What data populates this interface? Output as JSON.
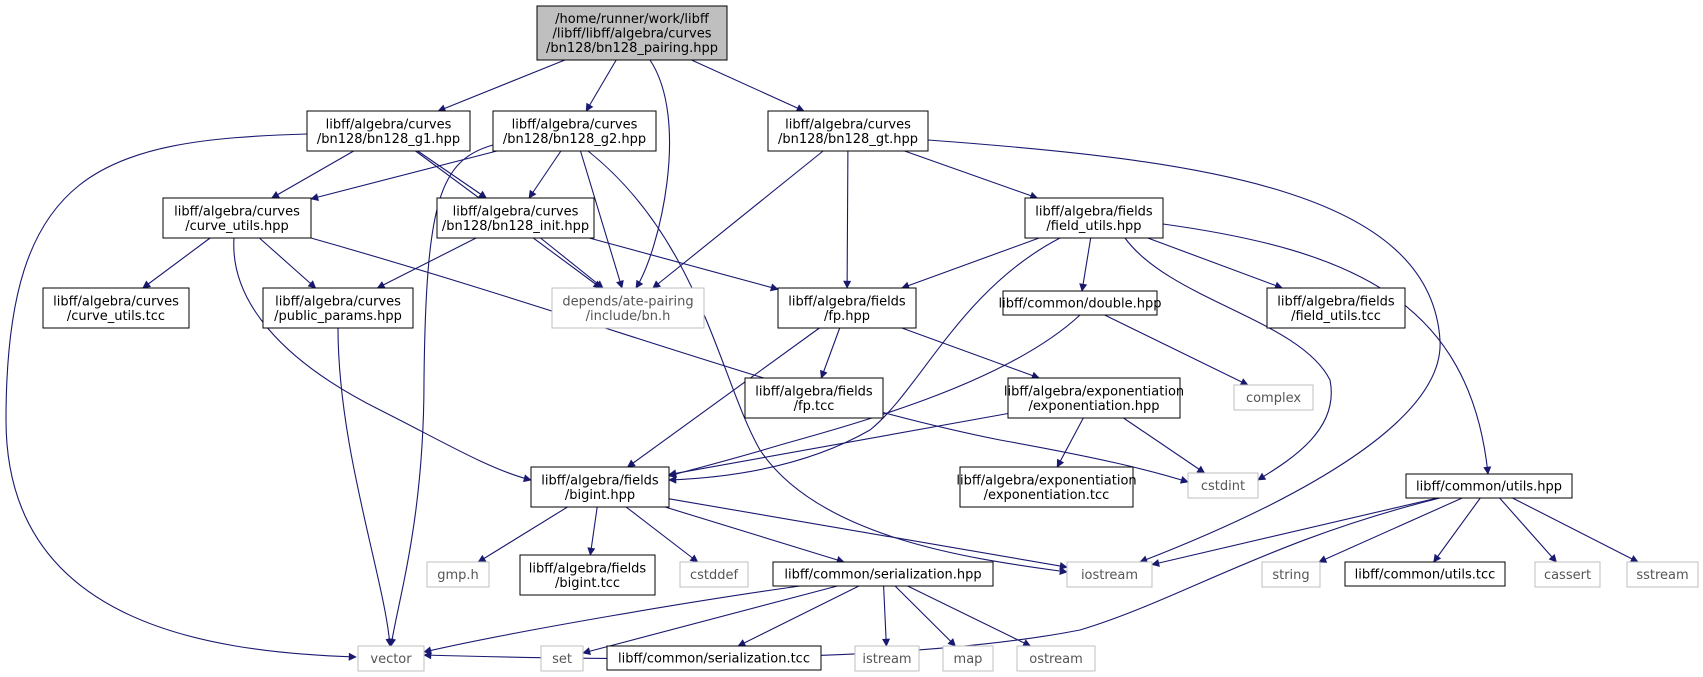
{
  "graph": {
    "nodes": [
      {
        "id": "root",
        "lines": [
          "/home/runner/work/libff",
          "/libff/libff/algebra/curves",
          "/bn128/bn128_pairing.hpp"
        ],
        "kind": "root"
      },
      {
        "id": "g1",
        "lines": [
          "libff/algebra/curves",
          "/bn128/bn128_g1.hpp"
        ],
        "kind": "internal"
      },
      {
        "id": "g2",
        "lines": [
          "libff/algebra/curves",
          "/bn128/bn128_g2.hpp"
        ],
        "kind": "internal"
      },
      {
        "id": "gt",
        "lines": [
          "libff/algebra/curves",
          "/bn128/bn128_gt.hpp"
        ],
        "kind": "internal"
      },
      {
        "id": "curve_utils_hpp",
        "lines": [
          "libff/algebra/curves",
          "/curve_utils.hpp"
        ],
        "kind": "internal"
      },
      {
        "id": "bn128_init",
        "lines": [
          "libff/algebra/curves",
          "/bn128/bn128_init.hpp"
        ],
        "kind": "internal"
      },
      {
        "id": "field_utils_hpp",
        "lines": [
          "libff/algebra/fields",
          "/field_utils.hpp"
        ],
        "kind": "internal"
      },
      {
        "id": "curve_utils_tcc",
        "lines": [
          "libff/algebra/curves",
          "/curve_utils.tcc"
        ],
        "kind": "internal"
      },
      {
        "id": "public_params",
        "lines": [
          "libff/algebra/curves",
          "/public_params.hpp"
        ],
        "kind": "internal"
      },
      {
        "id": "bn_h",
        "lines": [
          "depends/ate-pairing",
          "/include/bn.h"
        ],
        "kind": "external"
      },
      {
        "id": "fp_hpp",
        "lines": [
          "libff/algebra/fields",
          "/fp.hpp"
        ],
        "kind": "internal"
      },
      {
        "id": "double_hpp",
        "lines": [
          "libff/common/double.hpp"
        ],
        "kind": "internal"
      },
      {
        "id": "field_utils_tcc",
        "lines": [
          "libff/algebra/fields",
          "/field_utils.tcc"
        ],
        "kind": "internal"
      },
      {
        "id": "fp_tcc",
        "lines": [
          "libff/algebra/fields",
          "/fp.tcc"
        ],
        "kind": "internal"
      },
      {
        "id": "exp_hpp",
        "lines": [
          "libff/algebra/exponentiation",
          "/exponentiation.hpp"
        ],
        "kind": "internal"
      },
      {
        "id": "complex",
        "lines": [
          "complex"
        ],
        "kind": "external"
      },
      {
        "id": "bigint_hpp",
        "lines": [
          "libff/algebra/fields",
          "/bigint.hpp"
        ],
        "kind": "internal"
      },
      {
        "id": "exp_tcc",
        "lines": [
          "libff/algebra/exponentiation",
          "/exponentiation.tcc"
        ],
        "kind": "internal"
      },
      {
        "id": "cstdint",
        "lines": [
          "cstdint"
        ],
        "kind": "external"
      },
      {
        "id": "utils_hpp",
        "lines": [
          "libff/common/utils.hpp"
        ],
        "kind": "internal"
      },
      {
        "id": "gmp",
        "lines": [
          "gmp.h"
        ],
        "kind": "external"
      },
      {
        "id": "bigint_tcc",
        "lines": [
          "libff/algebra/fields",
          "/bigint.tcc"
        ],
        "kind": "internal"
      },
      {
        "id": "cstddef",
        "lines": [
          "cstddef"
        ],
        "kind": "external"
      },
      {
        "id": "serialization_hpp",
        "lines": [
          "libff/common/serialization.hpp"
        ],
        "kind": "internal"
      },
      {
        "id": "iostream",
        "lines": [
          "iostream"
        ],
        "kind": "external"
      },
      {
        "id": "string",
        "lines": [
          "string"
        ],
        "kind": "external"
      },
      {
        "id": "utils_tcc",
        "lines": [
          "libff/common/utils.tcc"
        ],
        "kind": "internal"
      },
      {
        "id": "cassert",
        "lines": [
          "cassert"
        ],
        "kind": "external"
      },
      {
        "id": "sstream",
        "lines": [
          "sstream"
        ],
        "kind": "external"
      },
      {
        "id": "vector",
        "lines": [
          "vector"
        ],
        "kind": "external"
      },
      {
        "id": "set",
        "lines": [
          "set"
        ],
        "kind": "external"
      },
      {
        "id": "serialization_tcc",
        "lines": [
          "libff/common/serialization.tcc"
        ],
        "kind": "internal"
      },
      {
        "id": "istream",
        "lines": [
          "istream"
        ],
        "kind": "external"
      },
      {
        "id": "map",
        "lines": [
          "map"
        ],
        "kind": "external"
      },
      {
        "id": "ostream",
        "lines": [
          "ostream"
        ],
        "kind": "external"
      }
    ],
    "edges": [
      [
        "root",
        "g1"
      ],
      [
        "root",
        "g2"
      ],
      [
        "root",
        "gt"
      ],
      [
        "root",
        "bn_h"
      ],
      [
        "g1",
        "curve_utils_hpp"
      ],
      [
        "g1",
        "bn128_init"
      ],
      [
        "g1",
        "bn_h"
      ],
      [
        "g1",
        "vector"
      ],
      [
        "g2",
        "curve_utils_hpp"
      ],
      [
        "g2",
        "bn128_init"
      ],
      [
        "g2",
        "bn_h"
      ],
      [
        "g2",
        "vector"
      ],
      [
        "g2",
        "iostream"
      ],
      [
        "gt",
        "bn_h"
      ],
      [
        "gt",
        "fp_hpp"
      ],
      [
        "gt",
        "field_utils_hpp"
      ],
      [
        "gt",
        "iostream"
      ],
      [
        "curve_utils_hpp",
        "curve_utils_tcc"
      ],
      [
        "curve_utils_hpp",
        "public_params"
      ],
      [
        "curve_utils_hpp",
        "bigint_hpp"
      ],
      [
        "curve_utils_hpp",
        "cstdint"
      ],
      [
        "bn128_init",
        "public_params"
      ],
      [
        "bn128_init",
        "bn_h"
      ],
      [
        "bn128_init",
        "fp_hpp"
      ],
      [
        "field_utils_hpp",
        "fp_hpp"
      ],
      [
        "field_utils_hpp",
        "double_hpp"
      ],
      [
        "field_utils_hpp",
        "field_utils_tcc"
      ],
      [
        "field_utils_hpp",
        "bigint_hpp"
      ],
      [
        "field_utils_hpp",
        "cstdint"
      ],
      [
        "field_utils_hpp",
        "utils_hpp"
      ],
      [
        "public_params",
        "vector"
      ],
      [
        "fp_hpp",
        "fp_tcc"
      ],
      [
        "fp_hpp",
        "exp_hpp"
      ],
      [
        "fp_hpp",
        "bigint_hpp"
      ],
      [
        "double_hpp",
        "complex"
      ],
      [
        "double_hpp",
        "bigint_hpp"
      ],
      [
        "exp_hpp",
        "exp_tcc"
      ],
      [
        "exp_hpp",
        "bigint_hpp"
      ],
      [
        "exp_hpp",
        "cstdint"
      ],
      [
        "bigint_hpp",
        "gmp"
      ],
      [
        "bigint_hpp",
        "bigint_tcc"
      ],
      [
        "bigint_hpp",
        "cstddef"
      ],
      [
        "bigint_hpp",
        "serialization_hpp"
      ],
      [
        "bigint_hpp",
        "iostream"
      ],
      [
        "utils_hpp",
        "iostream"
      ],
      [
        "utils_hpp",
        "string"
      ],
      [
        "utils_hpp",
        "utils_tcc"
      ],
      [
        "utils_hpp",
        "cassert"
      ],
      [
        "utils_hpp",
        "sstream"
      ],
      [
        "utils_hpp",
        "vector"
      ],
      [
        "serialization_hpp",
        "vector"
      ],
      [
        "serialization_hpp",
        "set"
      ],
      [
        "serialization_hpp",
        "serialization_tcc"
      ],
      [
        "serialization_hpp",
        "istream"
      ],
      [
        "serialization_hpp",
        "map"
      ],
      [
        "serialization_hpp",
        "ostream"
      ]
    ]
  },
  "colors": {
    "edge": "#191970",
    "root_fill": "#bfbfbf",
    "external_border": "#bfbfbf",
    "internal_border": "#000000"
  }
}
